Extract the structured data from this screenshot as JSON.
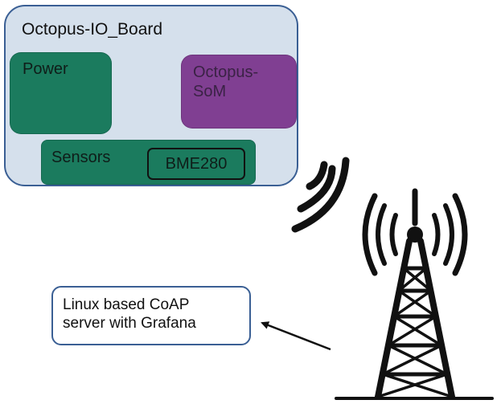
{
  "board": {
    "title": "Octopus-IO_Board",
    "power_label": "Power",
    "som_label_line1": "Octopus-",
    "som_label_line2": "SoM",
    "sensors_label": "Sensors",
    "bme_label": "BME280"
  },
  "server": {
    "line1": "Linux based CoAP",
    "line2": "server with Grafana"
  },
  "colors": {
    "board_fill": "#d5e0ec",
    "board_border": "#3a5f94",
    "green_block": "#1b7b5e",
    "purple_block": "#803f92"
  }
}
